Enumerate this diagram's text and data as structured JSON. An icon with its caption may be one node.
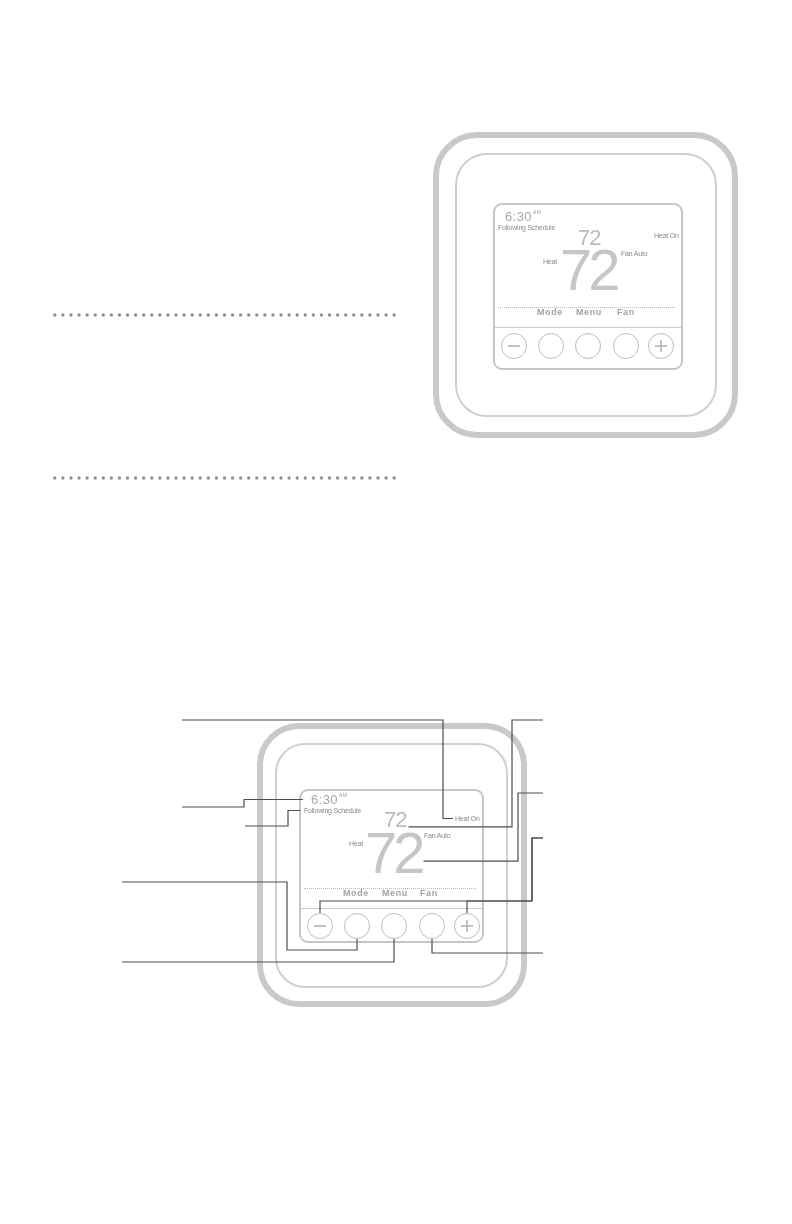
{
  "diagram": {
    "nodes": [
      {
        "text": [],
        "shape": "circle"
      },
      {
        "text": [],
        "shape": "circle"
      },
      {
        "text": [],
        "shape": "circle"
      },
      {
        "text": [],
        "shape": "circle"
      },
      {
        "text": [],
        "shape": "circle"
      },
      {
        "text": [
          "6:30$^{AM}$"
        ]
      },
      {
        "text": [
          "Following Schedule"
        ]
      },
      {
        "text": [
          "72"
        ]
      },
      {
        "text": [
          "Heat On"
        ]
      },
      {
        "text": [
          "72"
        ]
      },
      {
        "text": [],
        "shape": "circle"
      },
      {
        "text": [],
        "shape": "circle"
      },
      {
        "text": [],
        "shape": "circle"
      },
      {
        "text": [],
        "shape": "circle"
      },
      {
        "text": [],
        "shape": "circle"
      }
    ],
    "edges": [
      {
        "from": null,
        "to": 8,
        "arrow": "none"
      },
      {
        "from": null,
        "to": 5,
        "arrow": "none"
      },
      {
        "from": null,
        "to": 6,
        "arrow": "none"
      },
      {
        "from": null,
        "to": 11,
        "arrow": "none"
      },
      {
        "from": null,
        "to": 12,
        "arrow": "none"
      },
      {
        "from": null,
        "to": 7,
        "arrow": "none"
      },
      {
        "from": null,
        "to": 9,
        "arrow": "none"
      },
      {
        "from": null,
        "to": 10,
        "arrow": "none"
      },
      {
        "from": null,
        "to": 14,
        "arrow": "none"
      },
      {
        "from": null,
        "to": 13,
        "arrow": "none"
      }
    ],
    "labels": [
      "6:30$^{AM}$",
      "Following Schedule",
      "72",
      "Heat On",
      "Heat",
      "72",
      "Fan Auto",
      "Mode",
      "Menu",
      "Fan",
      "Heat",
      "Fan Auto",
      "Mode",
      "Menu",
      "Fan"
    ]
  }
}
